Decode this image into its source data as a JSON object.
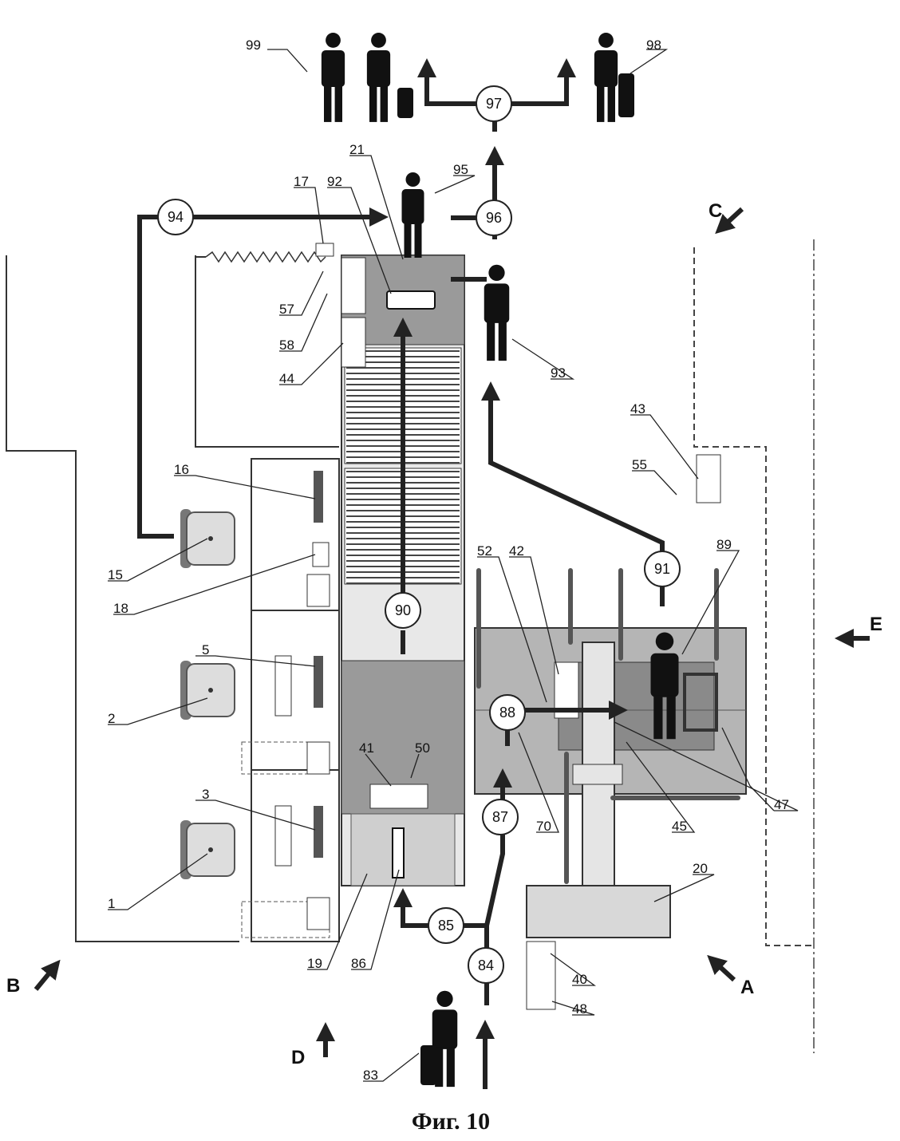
{
  "figure": {
    "title": "Фиг. 10"
  },
  "directions": {
    "A": "A",
    "B": "B",
    "C": "C",
    "D": "D",
    "E": "E"
  },
  "flow_steps": [
    "84",
    "85",
    "87",
    "88",
    "90",
    "91",
    "94",
    "96",
    "97"
  ],
  "labels": {
    "l1": "1",
    "l2": "2",
    "l3": "3",
    "l5": "5",
    "l15": "15",
    "l16": "16",
    "l17": "17",
    "l18": "18",
    "l19": "19",
    "l20": "20",
    "l21": "21",
    "l40": "40",
    "l41": "41",
    "l42": "42",
    "l43": "43",
    "l44": "44",
    "l45": "45",
    "l47": "47",
    "l48": "48",
    "l50": "50",
    "l52": "52",
    "l55": "55",
    "l57": "57",
    "l58": "58",
    "l70": "70",
    "l83": "83",
    "l86": "86",
    "l89": "89",
    "l92": "92",
    "l93": "93",
    "l95": "95",
    "l98": "98",
    "l99": "99"
  },
  "colors": {
    "line": "#222222",
    "grey": "#9a9a9a",
    "light": "#cfcfcf",
    "dark": "#6e6e6e"
  }
}
